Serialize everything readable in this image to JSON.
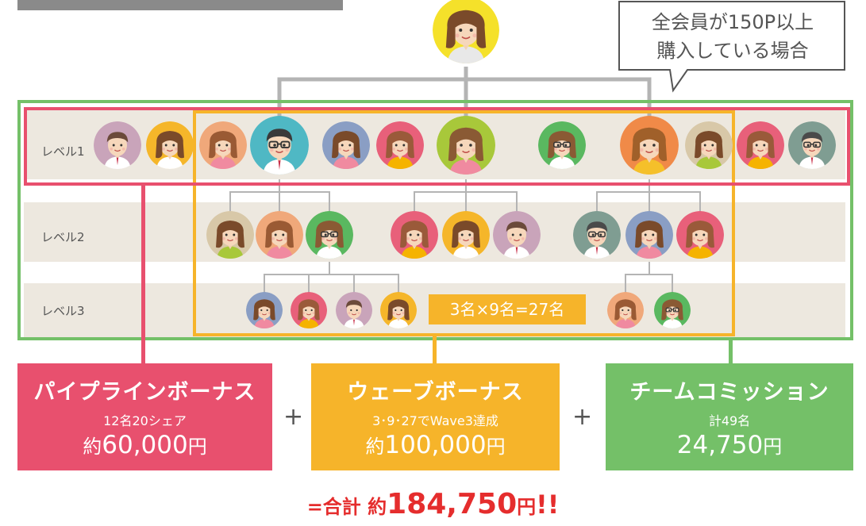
{
  "callout": {
    "line1": "全会員が150P以上",
    "line2": "購入している場合"
  },
  "levels": [
    "レベル1",
    "レベル2",
    "レベル3"
  ],
  "wave_note": "3名×9名=27名",
  "bonuses": [
    {
      "title": "パイプラインボーナス",
      "sub": "12名20シェア",
      "amount_prefix": "約",
      "amount": "60,000",
      "unit": "円",
      "color": "#e8506e"
    },
    {
      "title": "ウェーブボーナス",
      "sub": "3･9･27でWave3達成",
      "amount_prefix": "約",
      "amount": "100,000",
      "unit": "円",
      "color": "#f6b42a"
    },
    {
      "title": "チームコミッション",
      "sub": "計49名",
      "amount_prefix": "",
      "amount": "24,750",
      "unit": "円",
      "color": "#74c068"
    }
  ],
  "plus_sign": "+",
  "total": {
    "prefix": "=合計 約",
    "amount": "184,750",
    "unit": "円",
    "suffix": "!!"
  },
  "colors": {
    "pink": "#e8506e",
    "orange": "#f6b42a",
    "green": "#74c068",
    "band": "#ede8df",
    "connector": "#b4b4b4",
    "text_red": "#e52d2d"
  },
  "avatar_types": [
    "woman-yellow",
    "man-blue",
    "woman-green",
    "man-purple",
    "woman-pink",
    "man-teal"
  ]
}
